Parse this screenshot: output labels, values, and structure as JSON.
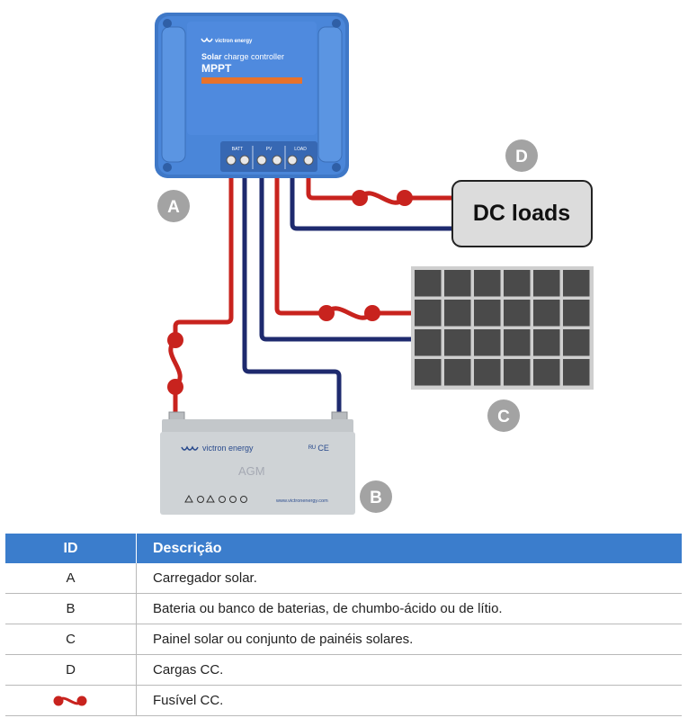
{
  "colors": {
    "positive_wire": "#c8231e",
    "negative_wire": "#1e2a6e",
    "controller_blue": "#4a86d9",
    "badge_gray": "#a3a3a3",
    "header_blue": "#3b7dcc",
    "panel_cell": "#4a4a4a",
    "battery_gray": "#cfd3d6"
  },
  "controller": {
    "brand": "victron energy",
    "line1_bold": "Solar",
    "line1_rest": " charge controller",
    "model": "MPPT",
    "term_batt": "BATT",
    "term_pv": "PV",
    "term_load": "LOAD"
  },
  "battery": {
    "brand": "victron energy",
    "type": "AGM",
    "certs": "ᴿᵁ CE",
    "url": "www.victronenergy.com"
  },
  "dc_loads": {
    "label": "DC loads"
  },
  "badges": {
    "a": "A",
    "b": "B",
    "c": "C",
    "d": "D"
  },
  "legend": {
    "header_id": "ID",
    "header_desc": "Descrição",
    "rows": [
      {
        "id": "A",
        "desc": "Carregador solar."
      },
      {
        "id": "B",
        "desc": "Bateria ou banco de baterias, de chumbo-ácido ou de lítio."
      },
      {
        "id": "C",
        "desc": "Painel solar ou conjunto de painéis solares."
      },
      {
        "id": "D",
        "desc": "Cargas CC."
      },
      {
        "id": "",
        "icon": "fuse-icon",
        "desc": "Fusível CC."
      }
    ]
  }
}
